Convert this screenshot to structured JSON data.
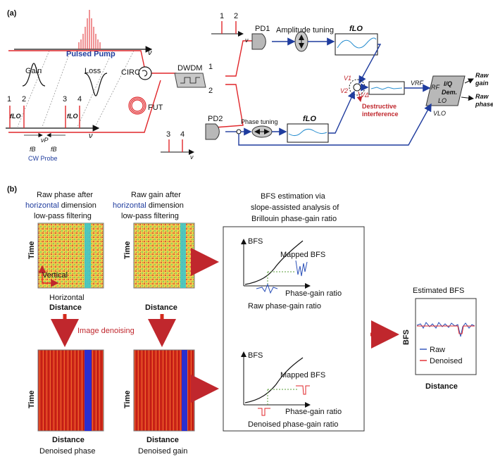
{
  "panel_a": {
    "label": "(a)",
    "pulsed_pump": "Pulsed Pump",
    "nu": "ν",
    "gain": "Gain",
    "loss": "Loss",
    "circ": "CIRC",
    "fut": "FUT",
    "dwdm": "DWDM",
    "port1": "1",
    "port2": "2",
    "pd1": "PD1",
    "pd2": "PD2",
    "amplitude_tuning": "Amplitude tuning",
    "phase_tuning": "Phase tuning",
    "f_lo": "fLO",
    "cw_probe": "CW Probe",
    "nu_p": "νP",
    "f_b": "fB",
    "line_nums": [
      "1",
      "2",
      "3",
      "4"
    ],
    "v1": "V1",
    "v2": "V2",
    "v_delta": "VΔ",
    "destructive": "Destructive",
    "interference": "interference",
    "v_rf": "VRF",
    "v_lo": "VLO",
    "iq_title": "I/Q",
    "iq_sub": "Dem.",
    "rf": "RF",
    "lo": "LO",
    "raw_gain_1": "Raw",
    "raw_gain_2": "gain",
    "raw_phase_1": "Raw",
    "raw_phase_2": "phase"
  },
  "panel_b": {
    "label": "(b)",
    "raw_phase_title": [
      "Raw phase after",
      "horizontal",
      " dimension",
      "low-pass filtering"
    ],
    "raw_gain_title": [
      "Raw gain after",
      "horizontal",
      " dimension",
      "low-pass filtering"
    ],
    "bfs_title": [
      "BFS estimation via",
      "slope-assisted analysis of",
      "Brillouin phase-gain ratio"
    ],
    "time": "Time",
    "distance": "Distance",
    "vertical": "Vertical",
    "horizontal": "Horizontal",
    "image_denoising": "Image denoising",
    "bfs": "BFS",
    "mapped_bfs": "Mapped BFS",
    "phase_gain_ratio": "Phase-gain ratio",
    "raw_pg_ratio": "Raw phase-gain ratio",
    "denoised_pg_ratio": "Denoised phase-gain ratio",
    "estimated_bfs": "Estimated BFS",
    "legend_raw": "Raw",
    "legend_denoised": "Denoised",
    "denoised_phase": "Denoised phase",
    "denoised_gain": "Denoised gain"
  },
  "colors": {
    "optical": "#e0262a",
    "electrical": "#1f3c9e",
    "signal": "#2a8fd0",
    "heat_noise": "#e6d84a",
    "heat_band": "#3fc6c9",
    "denoised_red": "#d4221b",
    "denoised_band": "#2a2fd0"
  }
}
